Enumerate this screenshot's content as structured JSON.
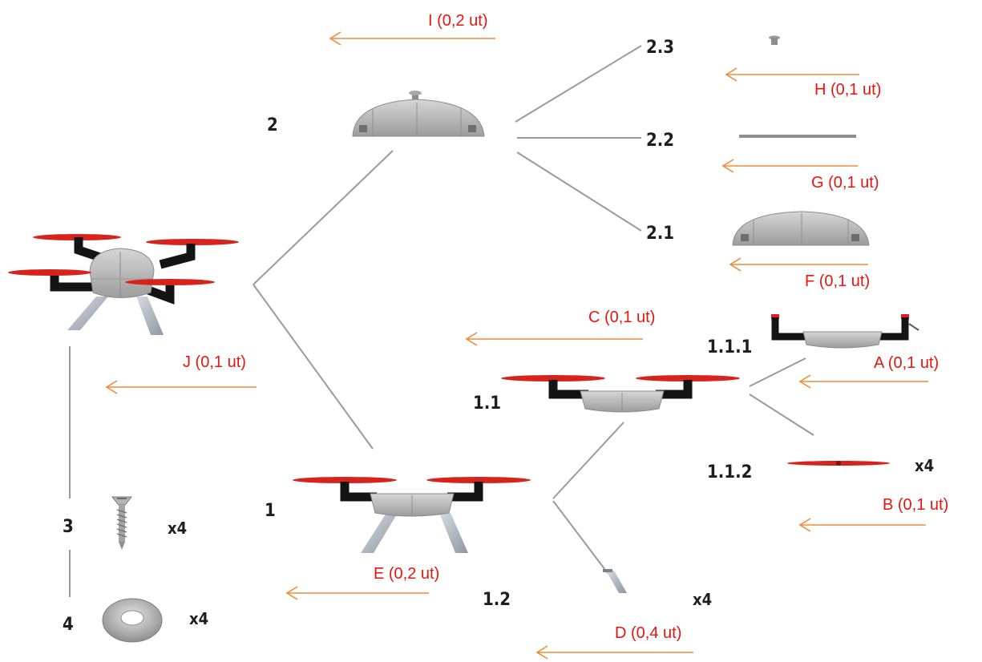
{
  "levels": {
    "l2": "2",
    "l2_3": "2.3",
    "l2_2": "2.2",
    "l2_1": "2.1",
    "l1": "1",
    "l1_1": "1.1",
    "l1_1_1": "1.1.1",
    "l1_1_2": "1.1.2",
    "l1_2": "1.2",
    "l3": "3",
    "l4": "4"
  },
  "annotations": {
    "I": "I (0,2 ut)",
    "H": "H (0,1 ut)",
    "G": "G (0,1 ut)",
    "F": "F (0,1 ut)",
    "C": "C (0,1 ut)",
    "A": "A (0,1 ut)",
    "J": "J (0,1 ut)",
    "B": "B (0,1 ut)",
    "E": "E (0,2 ut)",
    "D": "D (0,4 ut)"
  },
  "quantities": {
    "q112": "x4",
    "q12": "x4",
    "q3": "x4",
    "q4": "x4"
  },
  "colors": {
    "annotation_text": "#e8150f",
    "arrow": "#ee8a3a",
    "tree_line": "#9a9a9a",
    "propeller": "#d8231d",
    "arm": "#141414",
    "body": "#b9b9b9"
  }
}
